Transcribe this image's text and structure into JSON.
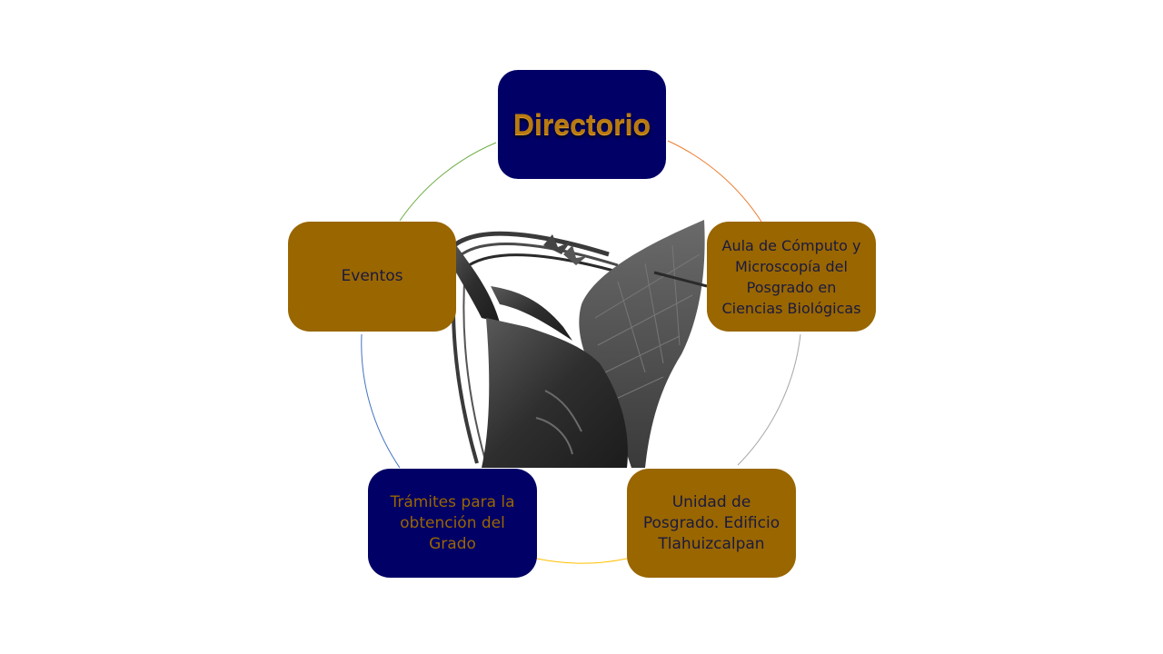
{
  "diagram": {
    "type": "cycle",
    "center_image": "winged-figure-statue",
    "nodes": [
      {
        "id": "directorio",
        "label": "Directorio",
        "style": "navy"
      },
      {
        "id": "aula",
        "label": "Aula de Cómputo y Microscopía del Posgrado en Ciencias Biológicas",
        "style": "gold"
      },
      {
        "id": "unidad",
        "label": "Unidad de Posgrado. Edificio Tlahuizcalpan",
        "style": "gold"
      },
      {
        "id": "tramites",
        "label": "Trámites para la obtención del Grado",
        "style": "navy"
      },
      {
        "id": "eventos",
        "label": "Eventos",
        "style": "gold"
      }
    ]
  },
  "colors": {
    "gold": "#996600",
    "navy": "#000066",
    "arc_1": "#ED7D31",
    "arc_2": "#A5A5A5",
    "arc_3": "#FFC000",
    "arc_4": "#4472C4",
    "arc_5": "#70AD47"
  }
}
